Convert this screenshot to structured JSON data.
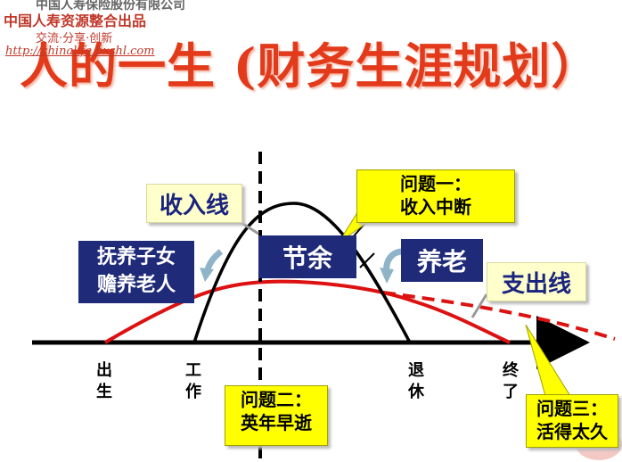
{
  "header": {
    "company": "中国人寿保险股份有限公司",
    "watermark_line1": "中国人寿资源整合出品",
    "watermark_line2": "交流·分享·创新",
    "watermark_url": "http://chinalife.bxshl.com",
    "title": "人的一生 (财务生涯规划）"
  },
  "labels": {
    "income_line": "收入线",
    "savings": "节余",
    "child_elder_1": "抚养子女",
    "child_elder_2": "赡养老人",
    "retirement_care": "养老",
    "expense_line": "支出线"
  },
  "callouts": {
    "q1_line1": "问题一：",
    "q1_line2": "收入中断",
    "q2_line1": "问题二：",
    "q2_line2": "英年早逝",
    "q3_line1": "问题三：",
    "q3_line2": "活得太久"
  },
  "axis": {
    "birth_1": "出",
    "birth_2": "生",
    "work_1": "工",
    "work_2": "作",
    "retire_1": "退",
    "retire_2": "休",
    "end_1": "终",
    "end_2": "了"
  },
  "colors": {
    "title": "#e23a1a",
    "income_curve": "#000000",
    "expense_curve": "#dd1111",
    "navy_box": "#1f2a78",
    "callout": "#ffff00",
    "label_box": "#ffffcc"
  }
}
